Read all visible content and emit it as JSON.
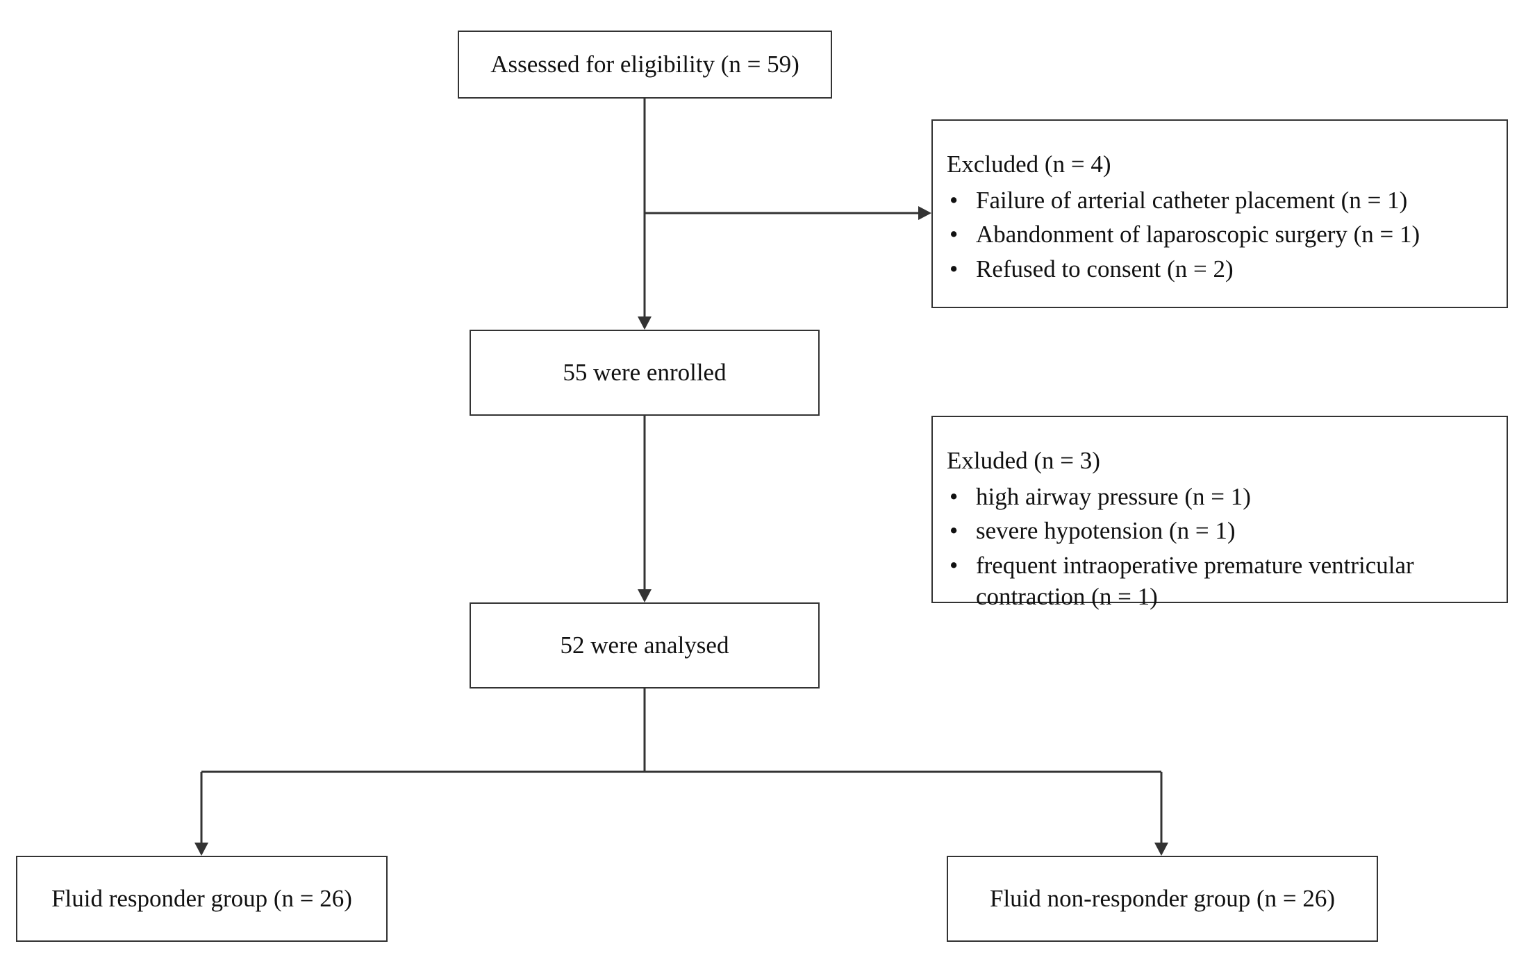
{
  "flowchart": {
    "assessed": "Assessed for eligibility (n = 59)",
    "excluded_1": {
      "title": "Excluded (n = 4)",
      "items": [
        "Failure of arterial catheter placement (n = 1)",
        "Abandonment of laparoscopic surgery (n = 1)",
        "Refused to consent (n = 2)"
      ]
    },
    "enrolled": "55 were enrolled",
    "excluded_2": {
      "title": "Exluded (n = 3)",
      "items": [
        "high airway pressure (n = 1)",
        "severe hypotension (n = 1)",
        "frequent intraoperative premature ventricular contraction (n = 1)"
      ]
    },
    "analysed": "52 were analysed",
    "responder": "Fluid responder group (n = 26)",
    "non_responder": "Fluid non-responder group (n = 26)",
    "bullet_glyph": "•",
    "line_color": "#333333"
  }
}
